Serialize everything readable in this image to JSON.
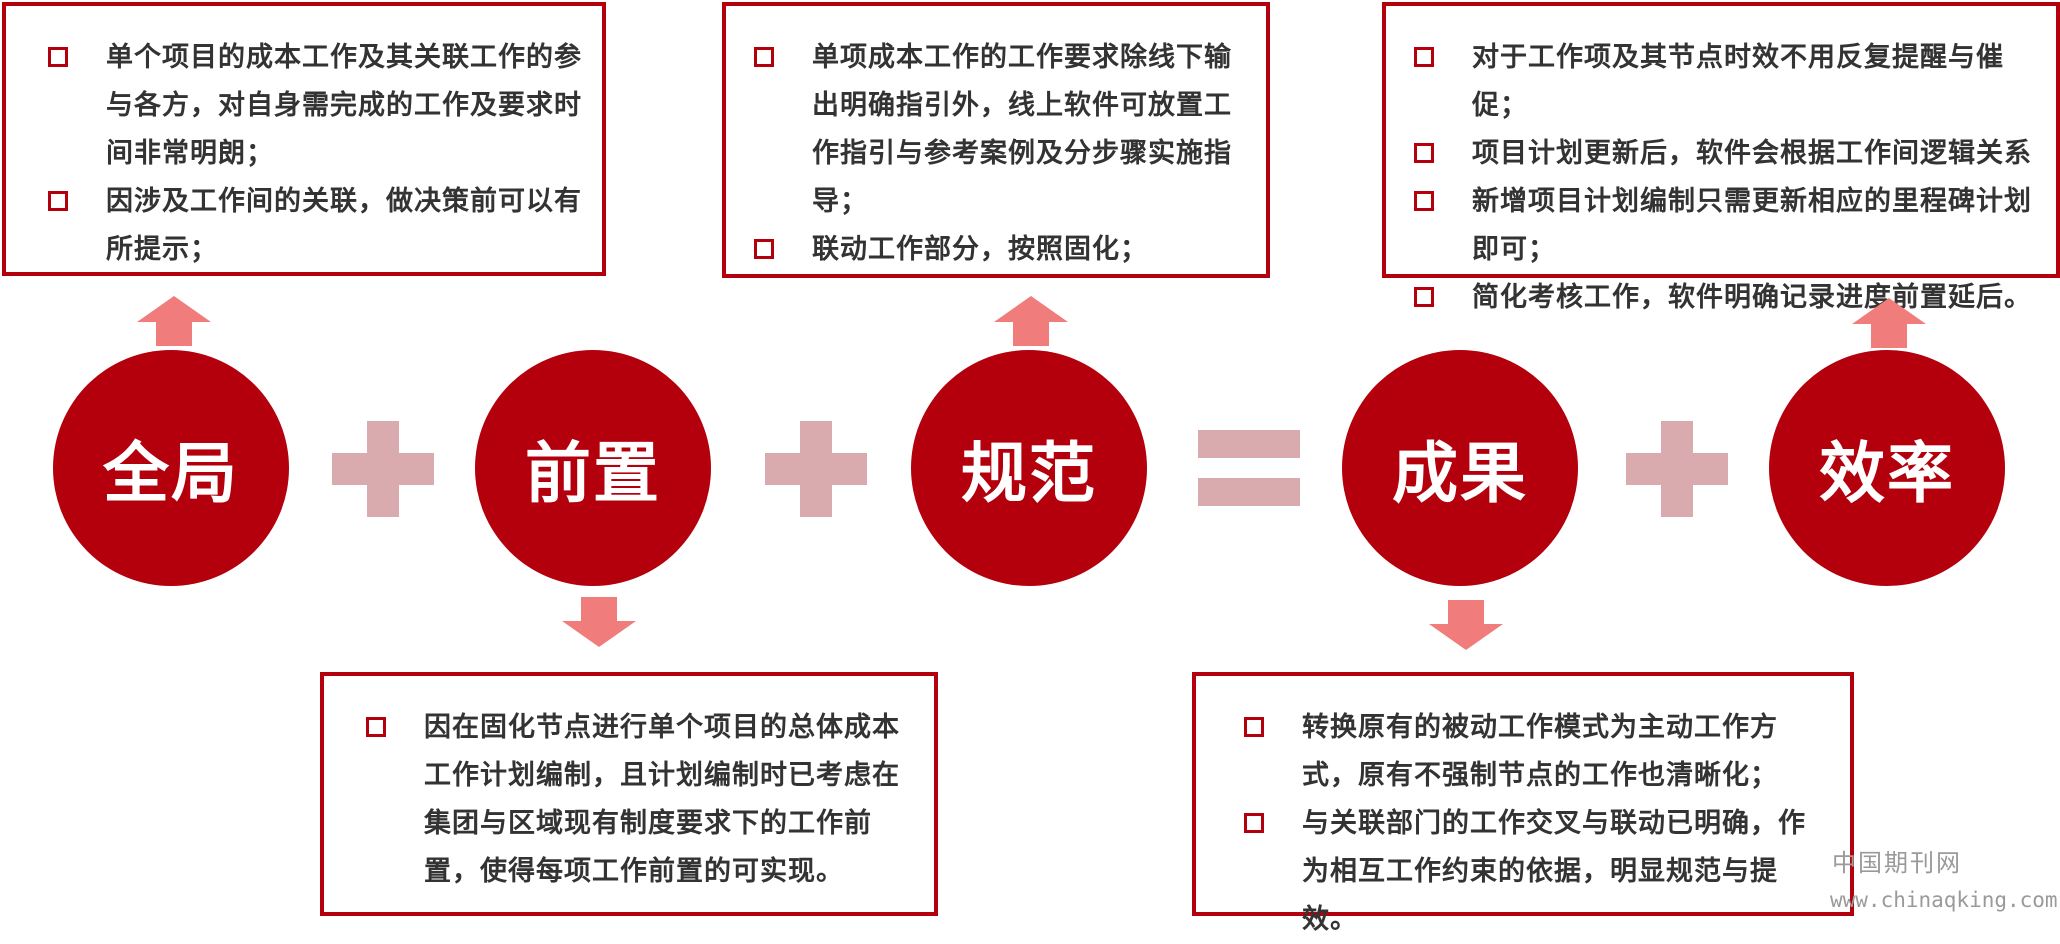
{
  "circles": {
    "c1": "全局",
    "c2": "前置",
    "c3": "规范",
    "c4": "成果",
    "c5": "效率"
  },
  "box_top1": {
    "items": [
      "单个项目的成本工作及其关联工作的参与各方，对自身需完成的工作及要求时间非常明朗；",
      "因涉及工作间的关联，做决策前可以有所提示；"
    ]
  },
  "box_top2": {
    "items": [
      "单项成本工作的工作要求除线下输出明确指引外，线上软件可放置工作指引与参考案例及分步骤实施指导；",
      "联动工作部分，按照固化；"
    ]
  },
  "box_top3": {
    "items": [
      "对于工作项及其节点时效不用反复提醒与催促；",
      "项目计划更新后，软件会根据工作间逻辑关系",
      "新增项目计划编制只需更新相应的里程碑计划即可；",
      "简化考核工作，软件明确记录进度前置延后。"
    ]
  },
  "box_bottom1": {
    "items": [
      "因在固化节点进行单个项目的总体成本工作计划编制，且计划编制时已考虑在集团与区域现有制度要求下的工作前置，使得每项工作前置的可实现。"
    ]
  },
  "box_bottom2": {
    "items": [
      "转换原有的被动工作模式为主动工作方式，原有不强制节点的工作也清晰化；",
      "与关联部门的工作交叉与联动已明确，作为相互工作约束的依据，明显规范与提效。"
    ]
  },
  "watermark": {
    "cn": "中国期刊网",
    "url": "www.chinaqking.com"
  },
  "colors": {
    "accent": "#b3000c",
    "operator": "#d9aaae",
    "arrow": "#f07c7c",
    "text": "#333333"
  }
}
